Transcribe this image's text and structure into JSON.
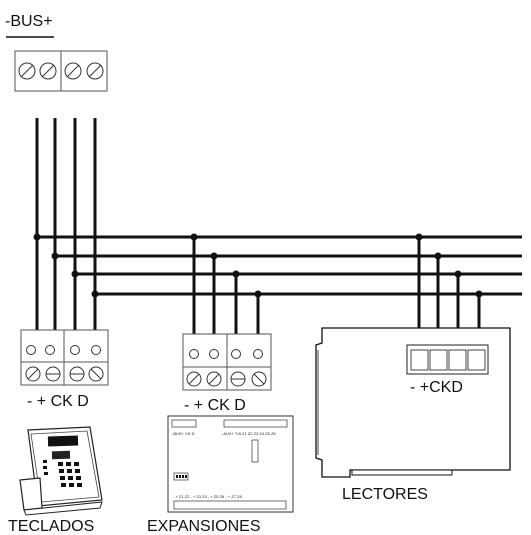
{
  "bus": {
    "label": "-BUS+"
  },
  "teclados": {
    "terminals_label": "- + CK D",
    "caption": "TECLADOS"
  },
  "expansiones": {
    "terminals_label": "- + CK D",
    "caption": "EXPANSIONES",
    "board_top_left_text": "-BUS+ CK D",
    "board_top_right_text": "-AUX+ T/A Z1 Z2 Z3 Z4 Z5 Z6",
    "board_bottom_text": "- + Z1 Z2 - + Z3 Z4 - + Z5 Z6 - + Z7 Z8"
  },
  "lectores": {
    "terminals_label": "- +CKD",
    "caption": "LECTORES"
  },
  "colors": {
    "wire": "#111111",
    "line": "#333333"
  }
}
